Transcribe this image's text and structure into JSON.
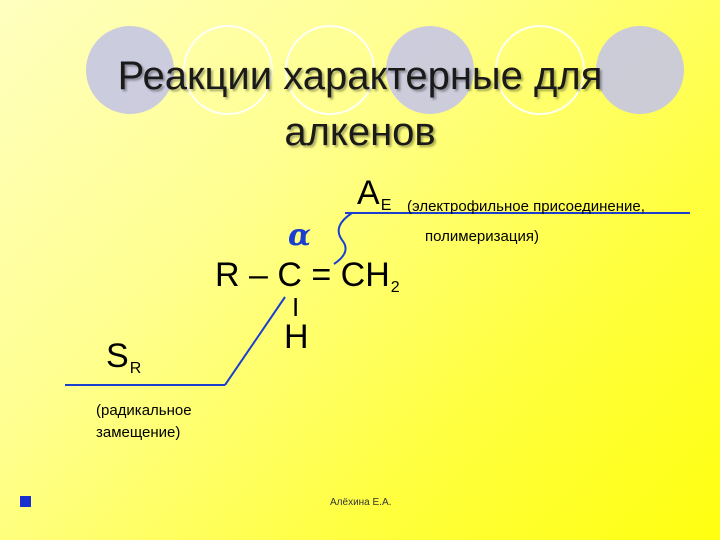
{
  "slide": {
    "title_line1": "Реакции характерные для",
    "title_line2": "алкенов",
    "ae": {
      "letter": "A",
      "subscript": "E",
      "desc_line1": "(электрофильное присоединение,",
      "desc_line2": "полимеризация)"
    },
    "alpha": "α",
    "formula": {
      "left": "R – C = CH",
      "subscript": "2",
      "bond": "I",
      "h": "H"
    },
    "sr": {
      "letter": "S",
      "subscript": "R",
      "desc_line1": "(радикальное",
      "desc_line2": "замещение)"
    },
    "footer": "Алёхина Е.А."
  },
  "colors": {
    "accent_blue": "#1a3fd0",
    "circle_fill": "#c8c8e6",
    "background": "#ffff60"
  }
}
